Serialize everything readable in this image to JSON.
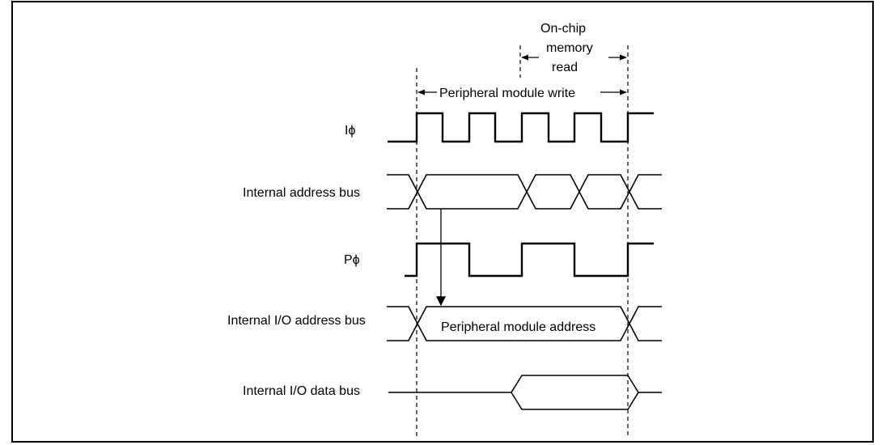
{
  "annotations": {
    "onchip_line1": "On-chip",
    "onchip_line2": "memory",
    "onchip_line3": "read",
    "peripheral_write": "Peripheral module write"
  },
  "signals": {
    "i_phi": "Iϕ",
    "internal_address_bus": "Internal address bus",
    "p_phi": "Pϕ",
    "internal_io_address_bus": "Internal I/O address bus",
    "internal_io_data_bus": "Internal I/O data bus"
  },
  "bus_contents": {
    "io_address": "Peripheral module address"
  }
}
